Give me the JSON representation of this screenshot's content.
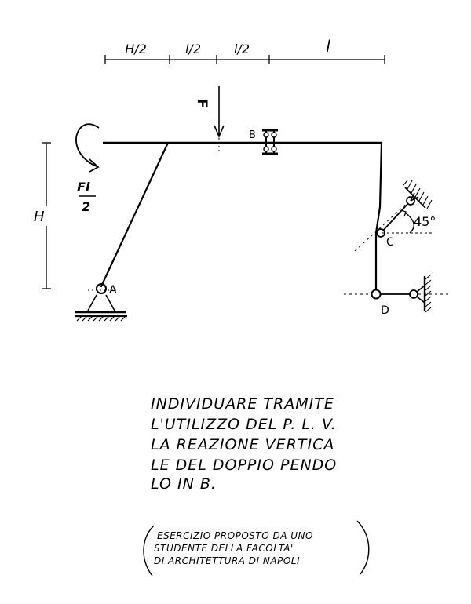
{
  "dimensions": {
    "seg1": "H/2",
    "seg2": "l/2",
    "seg3": "l/2",
    "seg4": "l",
    "height": "H"
  },
  "loads": {
    "force_label": "F",
    "moment_numerator": "Fl",
    "moment_denominator": "2"
  },
  "points": {
    "A": "A",
    "B": "B",
    "C": "C",
    "D": "D"
  },
  "angle_label": "45°",
  "task_text": [
    "INDIVIDUARE TRAMITE",
    "L'UTILIZZO DEL  P. L. V.",
    "LA REAZIONE VERTICA",
    "LE DEL DOPPIO PENDO",
    "LO IN B."
  ],
  "note_text": [
    "ESERCIZIO PROPOSTO DA UNO",
    "STUDENTE DELLA FACOLTA'",
    "DI ARCHITETTURA DI NAPOLI"
  ]
}
